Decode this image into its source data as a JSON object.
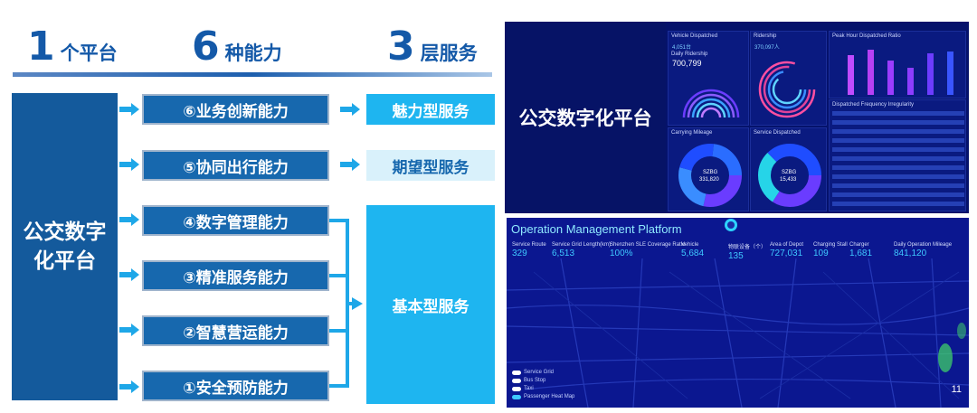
{
  "headers": [
    {
      "num": "1",
      "text": "个平台"
    },
    {
      "num": "6",
      "text": "种能力"
    },
    {
      "num": "3",
      "text": "层服务"
    }
  ],
  "platform_label": "公交数字化平台",
  "capabilities": [
    "⑥业务创新能力",
    "⑤协同出行能力",
    "④数字管理能力",
    "③精准服务能力",
    "②智慧营运能力",
    "①安全预防能力"
  ],
  "services": [
    {
      "label": "魅力型服务"
    },
    {
      "label": "期望型服务"
    },
    {
      "label": "基本型服务"
    }
  ],
  "colors": {
    "primary_blue": "#145a9c",
    "capability_blue": "#1768ae",
    "service_cyan": "#1eb5f0",
    "service_light": "#d9f1fb",
    "arrow_cyan": "#1ea7e8",
    "dashboard_bg": "#05126b",
    "map_bg": "#0b1790"
  },
  "dashboard": {
    "title": "公交数字化平台",
    "vehicle_panel": {
      "title": "Vehicle Dispatched",
      "count": "4,051台",
      "ridership_label": "Daily Ridership",
      "ridership_value": "700,799"
    },
    "ridership_panel": {
      "title": "Ridership",
      "value": "370,097人"
    },
    "peak_panel": {
      "title": "Peak Hour Dispatched Ratio"
    },
    "mileage_panel": {
      "title": "Carrying Mileage",
      "center_label": "SZBG",
      "center_value": "331,820"
    },
    "service_panel": {
      "title": "Service Dispatched",
      "center_label": "SZBG",
      "center_value": "15,433"
    },
    "frequency_panel": {
      "title": "Dispatched Frequency Irregularity"
    }
  },
  "map": {
    "title": "Operation Management Platform",
    "kpis": [
      {
        "label": "Service Route",
        "value": "329"
      },
      {
        "label": "Service Grid Length(km)",
        "value": "6,513"
      },
      {
        "label": "Shenzhen SLE Coverage Ratio",
        "value": "100%"
      },
      {
        "label": "Vehicle",
        "value": "5,684"
      },
      {
        "label": "物联设备（个）",
        "value": "135"
      },
      {
        "label": "Area of Depot",
        "value": "727,031"
      },
      {
        "label": "Charging Stall",
        "value": "109"
      },
      {
        "label": "Charger",
        "value": "1,681"
      },
      {
        "label": "Daily Operation Mileage",
        "value": "841,120"
      }
    ],
    "legend": [
      "Service Grid",
      "Bus Stop",
      "Taxi",
      "Passenger Heat Map"
    ],
    "corner_number": "11"
  }
}
